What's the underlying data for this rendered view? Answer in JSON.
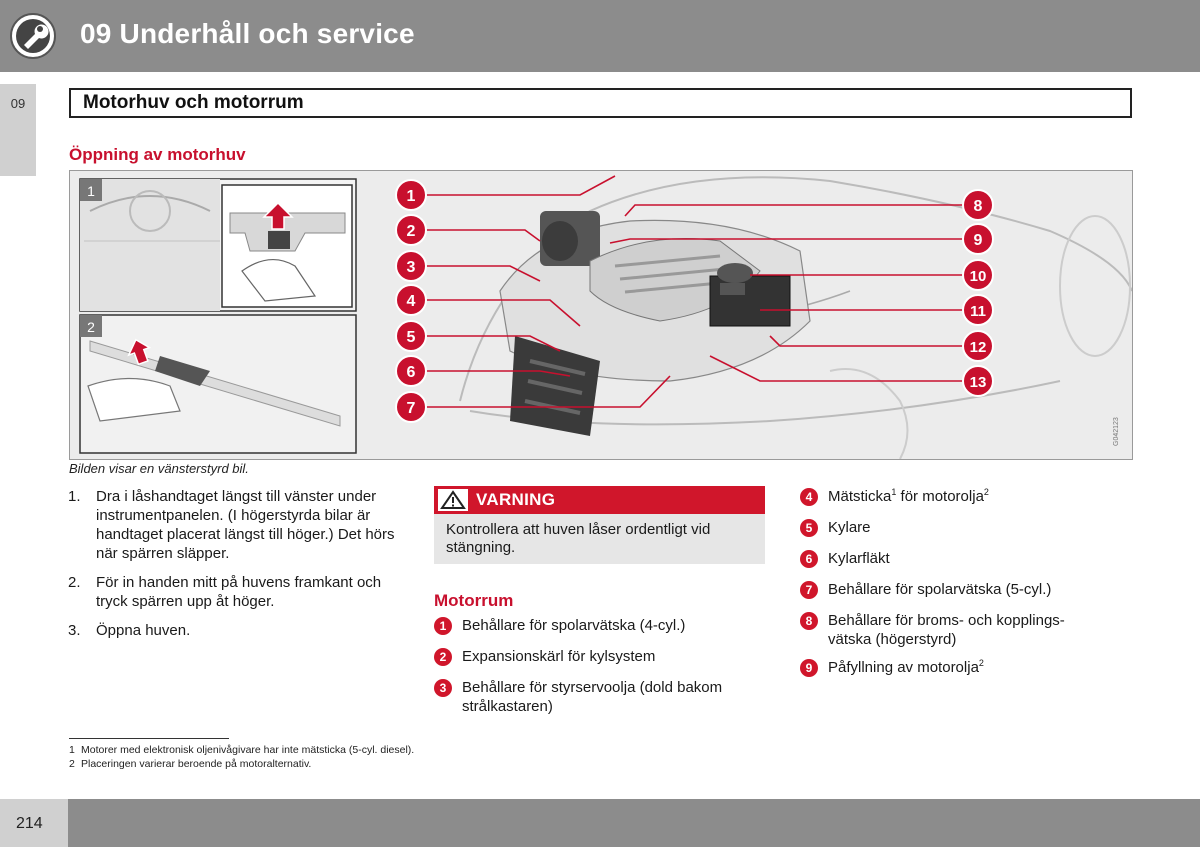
{
  "header": {
    "chapter_title": "09 Underhåll och service",
    "icon": "wrench-gear-icon"
  },
  "side_tab": {
    "label": "09"
  },
  "section_title": "Motorhuv och motorrum",
  "subheading": "Öppning av motorhuv",
  "figure": {
    "inset_labels": [
      "1",
      "2"
    ],
    "callout_numbers": [
      "1",
      "2",
      "3",
      "4",
      "5",
      "6",
      "7",
      "8",
      "9",
      "10",
      "11",
      "12",
      "13"
    ],
    "figure_code": "G042123",
    "callout_color": "#d0162b"
  },
  "caption": "Bilden visar en vänsterstyrd bil.",
  "steps": [
    {
      "num": "1.",
      "text": "Dra i låshandtaget längst till vänster under instrumentpanelen. (I högerstyrda bilar är handtaget placerat längst till höger.) Det hörs när spärren släpper."
    },
    {
      "num": "2.",
      "text": "För in handen mitt på huvens framkant och tryck spärren upp åt höger."
    },
    {
      "num": "3.",
      "text": "Öppna huven."
    }
  ],
  "warning": {
    "title": "VARNING",
    "text": "Kontrollera att huven låser ordentligt vid stängning.",
    "icon": "warning-triangle-icon"
  },
  "motorrum": {
    "heading": "Motorrum",
    "items": [
      {
        "num": "1",
        "text": "Behållare för spolarvätska (4-cyl.)"
      },
      {
        "num": "2",
        "text": "Expansionskärl för kylsystem"
      },
      {
        "num": "3",
        "text": "Behållare för styrservoolja (dold bakom strålkastaren)"
      }
    ]
  },
  "motorrum_right": [
    {
      "num": "4",
      "text_a": "Mätsticka",
      "sup_a": "1",
      "text_b": " för motorolja",
      "sup_b": "2"
    },
    {
      "num": "5",
      "text": "Kylare"
    },
    {
      "num": "6",
      "text": "Kylarfläkt"
    },
    {
      "num": "7",
      "text": "Behållare för spolarvätska (5-cyl.)"
    },
    {
      "num": "8",
      "text": "Behållare för broms- och kopplings-vätska (högerstyrd)"
    },
    {
      "num": "9",
      "text_a": "Påfyllning av motorolja",
      "sup_a": "2"
    }
  ],
  "footnotes": [
    {
      "num": "1",
      "text": "Motorer med elektronisk oljenivågivare har inte mätsticka (5-cyl. diesel)."
    },
    {
      "num": "2",
      "text": "Placeringen varierar beroende på motoralternativ."
    }
  ],
  "page_number": "214"
}
